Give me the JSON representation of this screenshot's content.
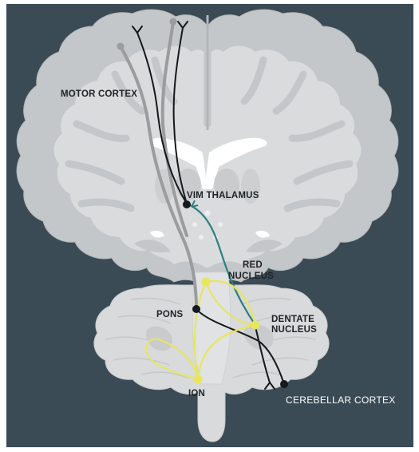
{
  "labels": {
    "motor_cortex": "MOTOR CORTEX",
    "vim_thalamus": "VIM THALAMUS",
    "red_nucleus_line1": "RED",
    "red_nucleus_line2": "NUCLEUS",
    "pons": "PONS",
    "dentate_line1": "DENTATE",
    "dentate_line2": "NUCLEUS",
    "ion": "ION",
    "cerebellar_cortex": "CEREBELLAR CORTEX"
  },
  "colors": {
    "background": "#3a4b55",
    "cortex_outer": "#c4c7c9",
    "white_matter": "#d9dbdc",
    "cerebellum": "#d8dadb",
    "ventricles": "#ffffff",
    "grey_pathway": "#9a9c9e",
    "black_pathway": "#15191c",
    "teal_pathway": "#2f7f7f",
    "yellow_pathway": "#e7e65e"
  },
  "icons": {
    "nucleus_marker": "filled-circle",
    "synapse_terminal": "fork-terminal"
  }
}
